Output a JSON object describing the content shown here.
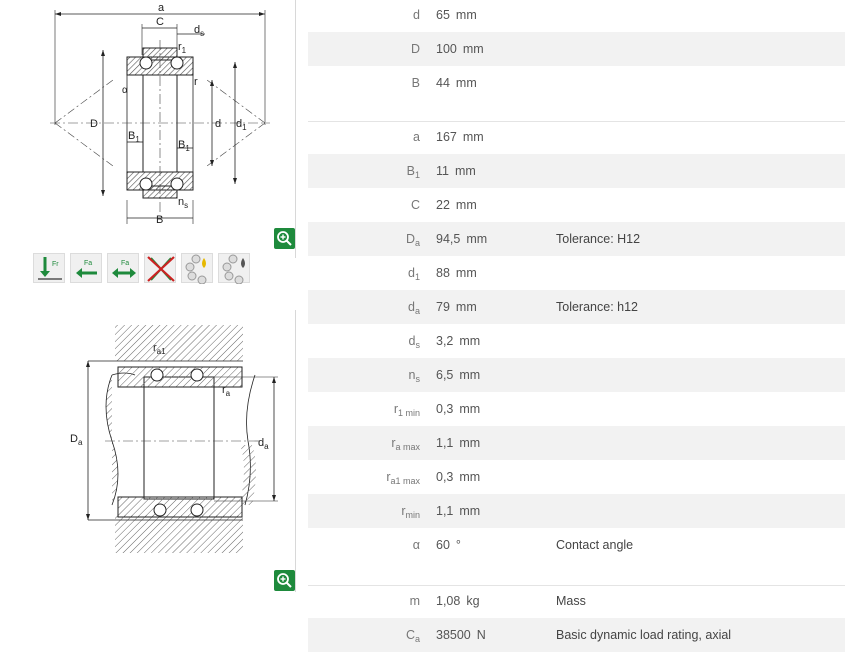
{
  "diagram_top_labels": {
    "a": "a",
    "C": "C",
    "ds": "d",
    "ds_sub": "s",
    "r1": "r",
    "r1_sub": "1",
    "r": "r",
    "alpha": "α",
    "D": "D",
    "B1a": "B",
    "B1a_sub": "1",
    "B1b": "B",
    "B1b_sub": "1",
    "d": "d",
    "d1": "d",
    "d1_sub": "1",
    "ns": "n",
    "ns_sub": "s",
    "B": "B"
  },
  "diagram_bottom_labels": {
    "ra1": "r",
    "ra1_sub": "a1",
    "ra": "r",
    "ra_sub": "a",
    "Da": "D",
    "Da_sub": "a",
    "da": "d",
    "da_sub": "a"
  },
  "icons": [
    "radial-load-icon",
    "axial-load-icon",
    "axial-load-both-directions-icon",
    "no-misalignment-icon",
    "lubrication-grease-icon",
    "lubrication-oil-icon"
  ],
  "groups": [
    {
      "rows": [
        {
          "label": "d",
          "sub": "",
          "value": "65",
          "unit": "mm",
          "note": ""
        },
        {
          "label": "D",
          "sub": "",
          "value": "100",
          "unit": "mm",
          "note": ""
        },
        {
          "label": "B",
          "sub": "",
          "value": "44",
          "unit": "mm",
          "note": ""
        }
      ]
    },
    {
      "rows": [
        {
          "label": "a",
          "sub": "",
          "value": "167",
          "unit": "mm",
          "note": ""
        },
        {
          "label": "B",
          "sub": "1",
          "value": "11",
          "unit": "mm",
          "note": ""
        },
        {
          "label": "C",
          "sub": "",
          "value": "22",
          "unit": "mm",
          "note": ""
        },
        {
          "label": "D",
          "sub": "a",
          "value": "94,5",
          "unit": "mm",
          "note": "Tolerance: H12"
        },
        {
          "label": "d",
          "sub": "1",
          "value": "88",
          "unit": "mm",
          "note": ""
        },
        {
          "label": "d",
          "sub": "a",
          "value": "79",
          "unit": "mm",
          "note": "Tolerance: h12"
        },
        {
          "label": "d",
          "sub": "s",
          "value": "3,2",
          "unit": "mm",
          "note": ""
        },
        {
          "label": "n",
          "sub": "s",
          "value": "6,5",
          "unit": "mm",
          "note": ""
        },
        {
          "label": "r",
          "sub": "1 min",
          "value": "0,3",
          "unit": "mm",
          "note": ""
        },
        {
          "label": "r",
          "sub": "a max",
          "value": "1,1",
          "unit": "mm",
          "note": ""
        },
        {
          "label": "r",
          "sub": "a1 max",
          "value": "0,3",
          "unit": "mm",
          "note": ""
        },
        {
          "label": "r",
          "sub": "min",
          "value": "1,1",
          "unit": "mm",
          "note": ""
        },
        {
          "label": "α",
          "sub": "",
          "value": "60",
          "unit": "°",
          "note": "Contact angle"
        }
      ]
    },
    {
      "rows": [
        {
          "label": "m",
          "sub": "",
          "value": "1,08",
          "unit": "kg",
          "note": "Mass"
        },
        {
          "label": "C",
          "sub": "a",
          "value": "38500",
          "unit": "N",
          "note": "Basic dynamic load rating, axial"
        }
      ]
    }
  ]
}
